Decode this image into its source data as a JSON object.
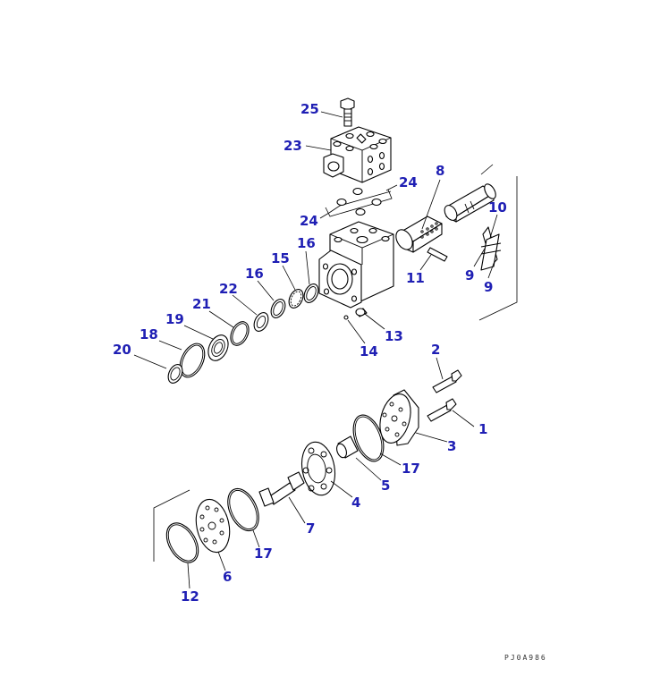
{
  "diagram": {
    "drawing_code": "PJ0A986",
    "callouts": [
      {
        "id": "25",
        "label": "25"
      },
      {
        "id": "23",
        "label": "23"
      },
      {
        "id": "24a",
        "label": "24"
      },
      {
        "id": "24b",
        "label": "24"
      },
      {
        "id": "8",
        "label": "8"
      },
      {
        "id": "10",
        "label": "10"
      },
      {
        "id": "16a",
        "label": "16"
      },
      {
        "id": "15",
        "label": "15"
      },
      {
        "id": "16b",
        "label": "16"
      },
      {
        "id": "22",
        "label": "22"
      },
      {
        "id": "21",
        "label": "21"
      },
      {
        "id": "19",
        "label": "19"
      },
      {
        "id": "18",
        "label": "18"
      },
      {
        "id": "20",
        "label": "20"
      },
      {
        "id": "11",
        "label": "11"
      },
      {
        "id": "9a",
        "label": "9"
      },
      {
        "id": "9b",
        "label": "9"
      },
      {
        "id": "13",
        "label": "13"
      },
      {
        "id": "14",
        "label": "14"
      },
      {
        "id": "2",
        "label": "2"
      },
      {
        "id": "1",
        "label": "1"
      },
      {
        "id": "3",
        "label": "3"
      },
      {
        "id": "17a",
        "label": "17"
      },
      {
        "id": "5",
        "label": "5"
      },
      {
        "id": "4",
        "label": "4"
      },
      {
        "id": "7",
        "label": "7"
      },
      {
        "id": "17b",
        "label": "17"
      },
      {
        "id": "6",
        "label": "6"
      },
      {
        "id": "12",
        "label": "12"
      }
    ]
  }
}
